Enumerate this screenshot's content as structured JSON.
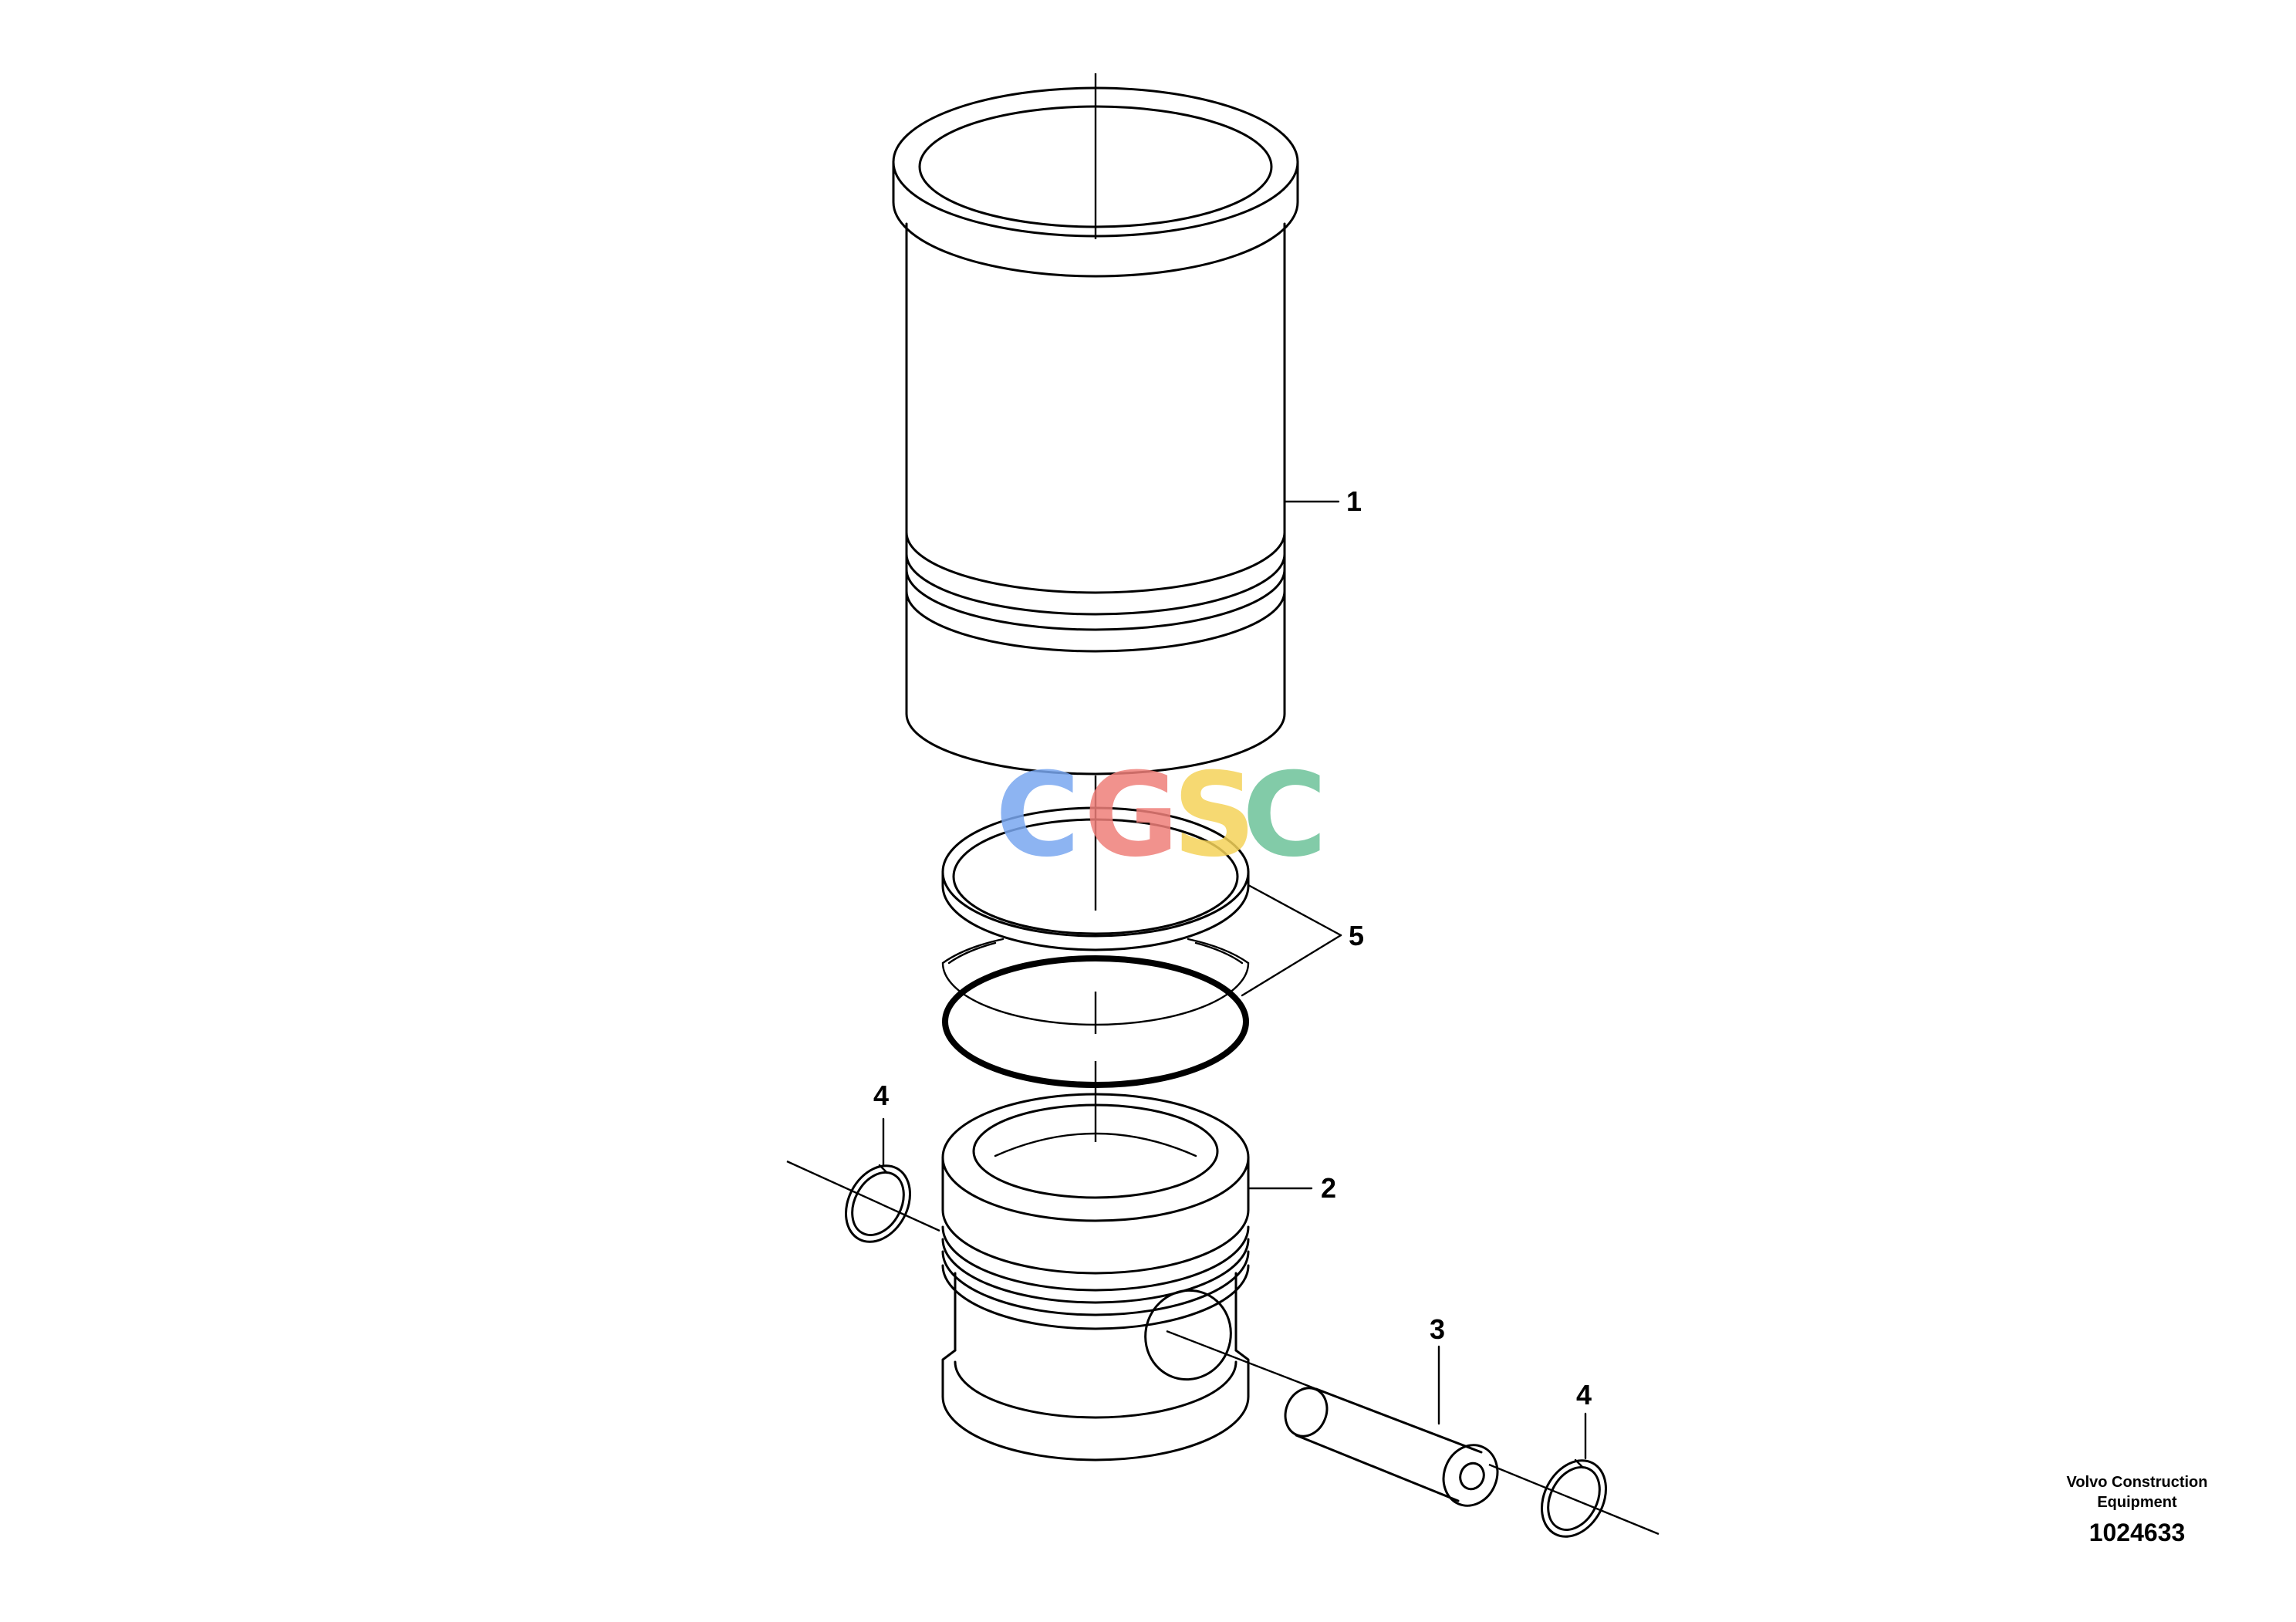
{
  "diagram": {
    "callouts": [
      {
        "id": "liner",
        "label": "1"
      },
      {
        "id": "piston",
        "label": "2"
      },
      {
        "id": "pin",
        "label": "3"
      },
      {
        "id": "circlip-left",
        "label": "4"
      },
      {
        "id": "circlip-right",
        "label": "4"
      },
      {
        "id": "seal-rings",
        "label": "5"
      }
    ],
    "watermark": {
      "letters": [
        "C",
        "G",
        "S",
        "C"
      ],
      "colors": [
        "#7aa7f0",
        "#ef7f7a",
        "#f5d35a",
        "#6dc29a"
      ]
    }
  },
  "footer": {
    "organization": "Volvo Construction Equipment",
    "drawing_number": "1024633"
  }
}
